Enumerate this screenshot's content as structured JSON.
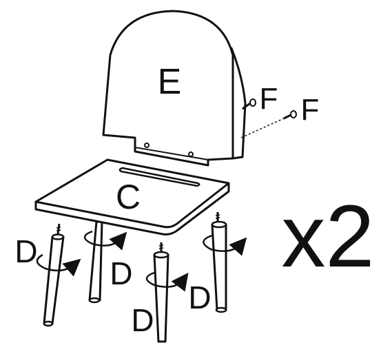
{
  "labels": {
    "backrest": "E",
    "screw_1": "F",
    "screw_2": "F",
    "seat": "C",
    "leg_front_left": "D",
    "leg_back_left": "D",
    "leg_front_middle": "D",
    "leg_back_right": "D"
  },
  "multiplier": "x2",
  "colors": {
    "stroke": "#111111",
    "background": "#ffffff"
  }
}
